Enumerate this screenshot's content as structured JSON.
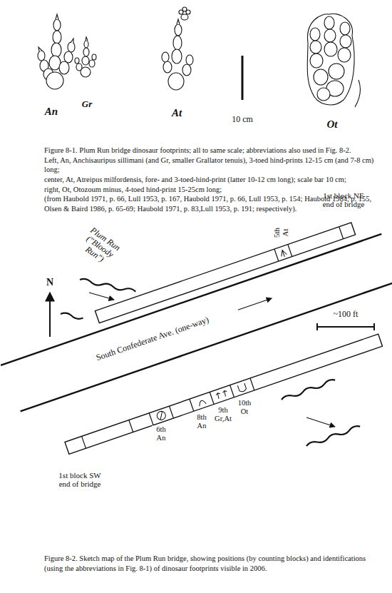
{
  "diagram": {
    "labels": [
      "An",
      "Gr",
      "At",
      "10 cm",
      "Ot",
      "Figure 8-1. Plum Run bridge dinosaur footprints; all to same scale; abbreviations also used in Fig. 8-2.",
      "Left, An, Anchisauripus sillimani (and Gr, smaller Grallator tenuis), 3-toed hind-prints 12-15 cm (and 7-8 cm) long;",
      "center, At, Atreipus milfordensis, fore- and 3-toed-hind-print (latter 10-12 cm long); scale bar 10 cm;",
      "right, Ot, Otozoum minus, 4-toed hind-print 15-25cm long;",
      "(from Haubold 1971, p. 66, Lull 1953, p. 167, Haubold 1971, p. 66, Lull 1953, p. 154; Haubold 1984, p. 155, Olsen & Baird 1986, p. 65-69; Haubold 1971, p. 83,Lull 1953, p. 191; respectively).",
      "1st block NE end of bridge",
      "5th At",
      "Plum Run (\"Bloody Run\")",
      "N",
      "~100 ft",
      "South Confederate Ave. (one-way)",
      "6th An",
      "8th An",
      "9th Gr,At",
      "10th Ot",
      "1st block SW end of bridge",
      "Figure 8-2. Sketch map of the Plum Run bridge, showing positions (by counting blocks) and identifications (using the abbreviations in Fig. 8-1) of dinosaur footprints visible in 2006."
    ]
  }
}
